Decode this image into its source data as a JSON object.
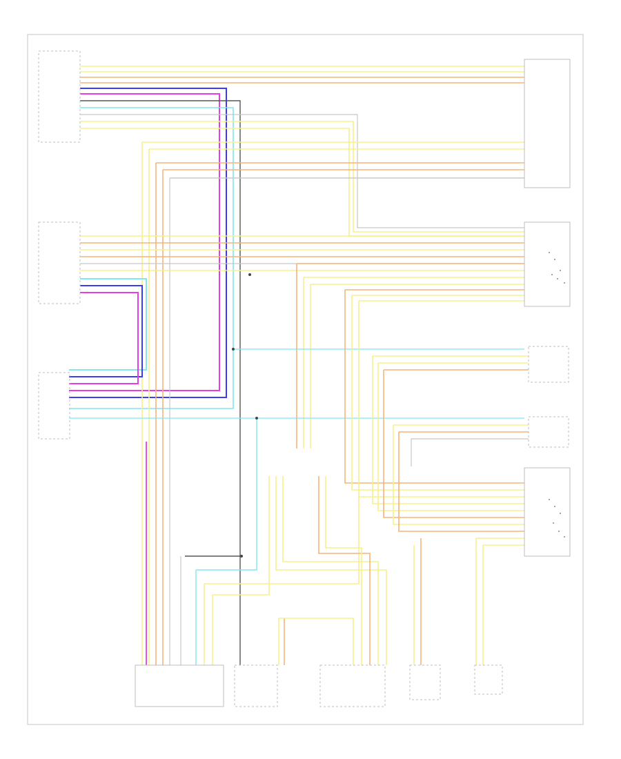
{
  "wire_colors": {
    "yellow": "#f5f08c",
    "orange": "#f5b47a",
    "blue": "#3b3bf2",
    "magenta": "#e63be6",
    "cyan": "#7fe6f2",
    "black": "#555555",
    "gray": "#c8c8c8",
    "green_yellow": "#cfe08a"
  },
  "figure_ref": "",
  "legend": {
    "line1": "",
    "line2": ""
  },
  "components": [
    {
      "id": "left-connector-top",
      "caption": ""
    },
    {
      "id": "left-connector-mid",
      "caption": ""
    },
    {
      "id": "left-connector-low",
      "caption": ""
    },
    {
      "id": "right-unit-top",
      "caption": ""
    },
    {
      "id": "right-unit-mid",
      "caption": ""
    },
    {
      "id": "right-unit-low",
      "caption": ""
    },
    {
      "id": "right-small-a",
      "caption": ""
    },
    {
      "id": "right-small-b",
      "caption": ""
    },
    {
      "id": "bottom-unit-1",
      "caption": ""
    },
    {
      "id": "bottom-unit-2",
      "caption": ""
    },
    {
      "id": "bottom-unit-3",
      "caption": ""
    },
    {
      "id": "bottom-unit-4",
      "caption": ""
    },
    {
      "id": "bottom-unit-5",
      "caption": ""
    }
  ]
}
